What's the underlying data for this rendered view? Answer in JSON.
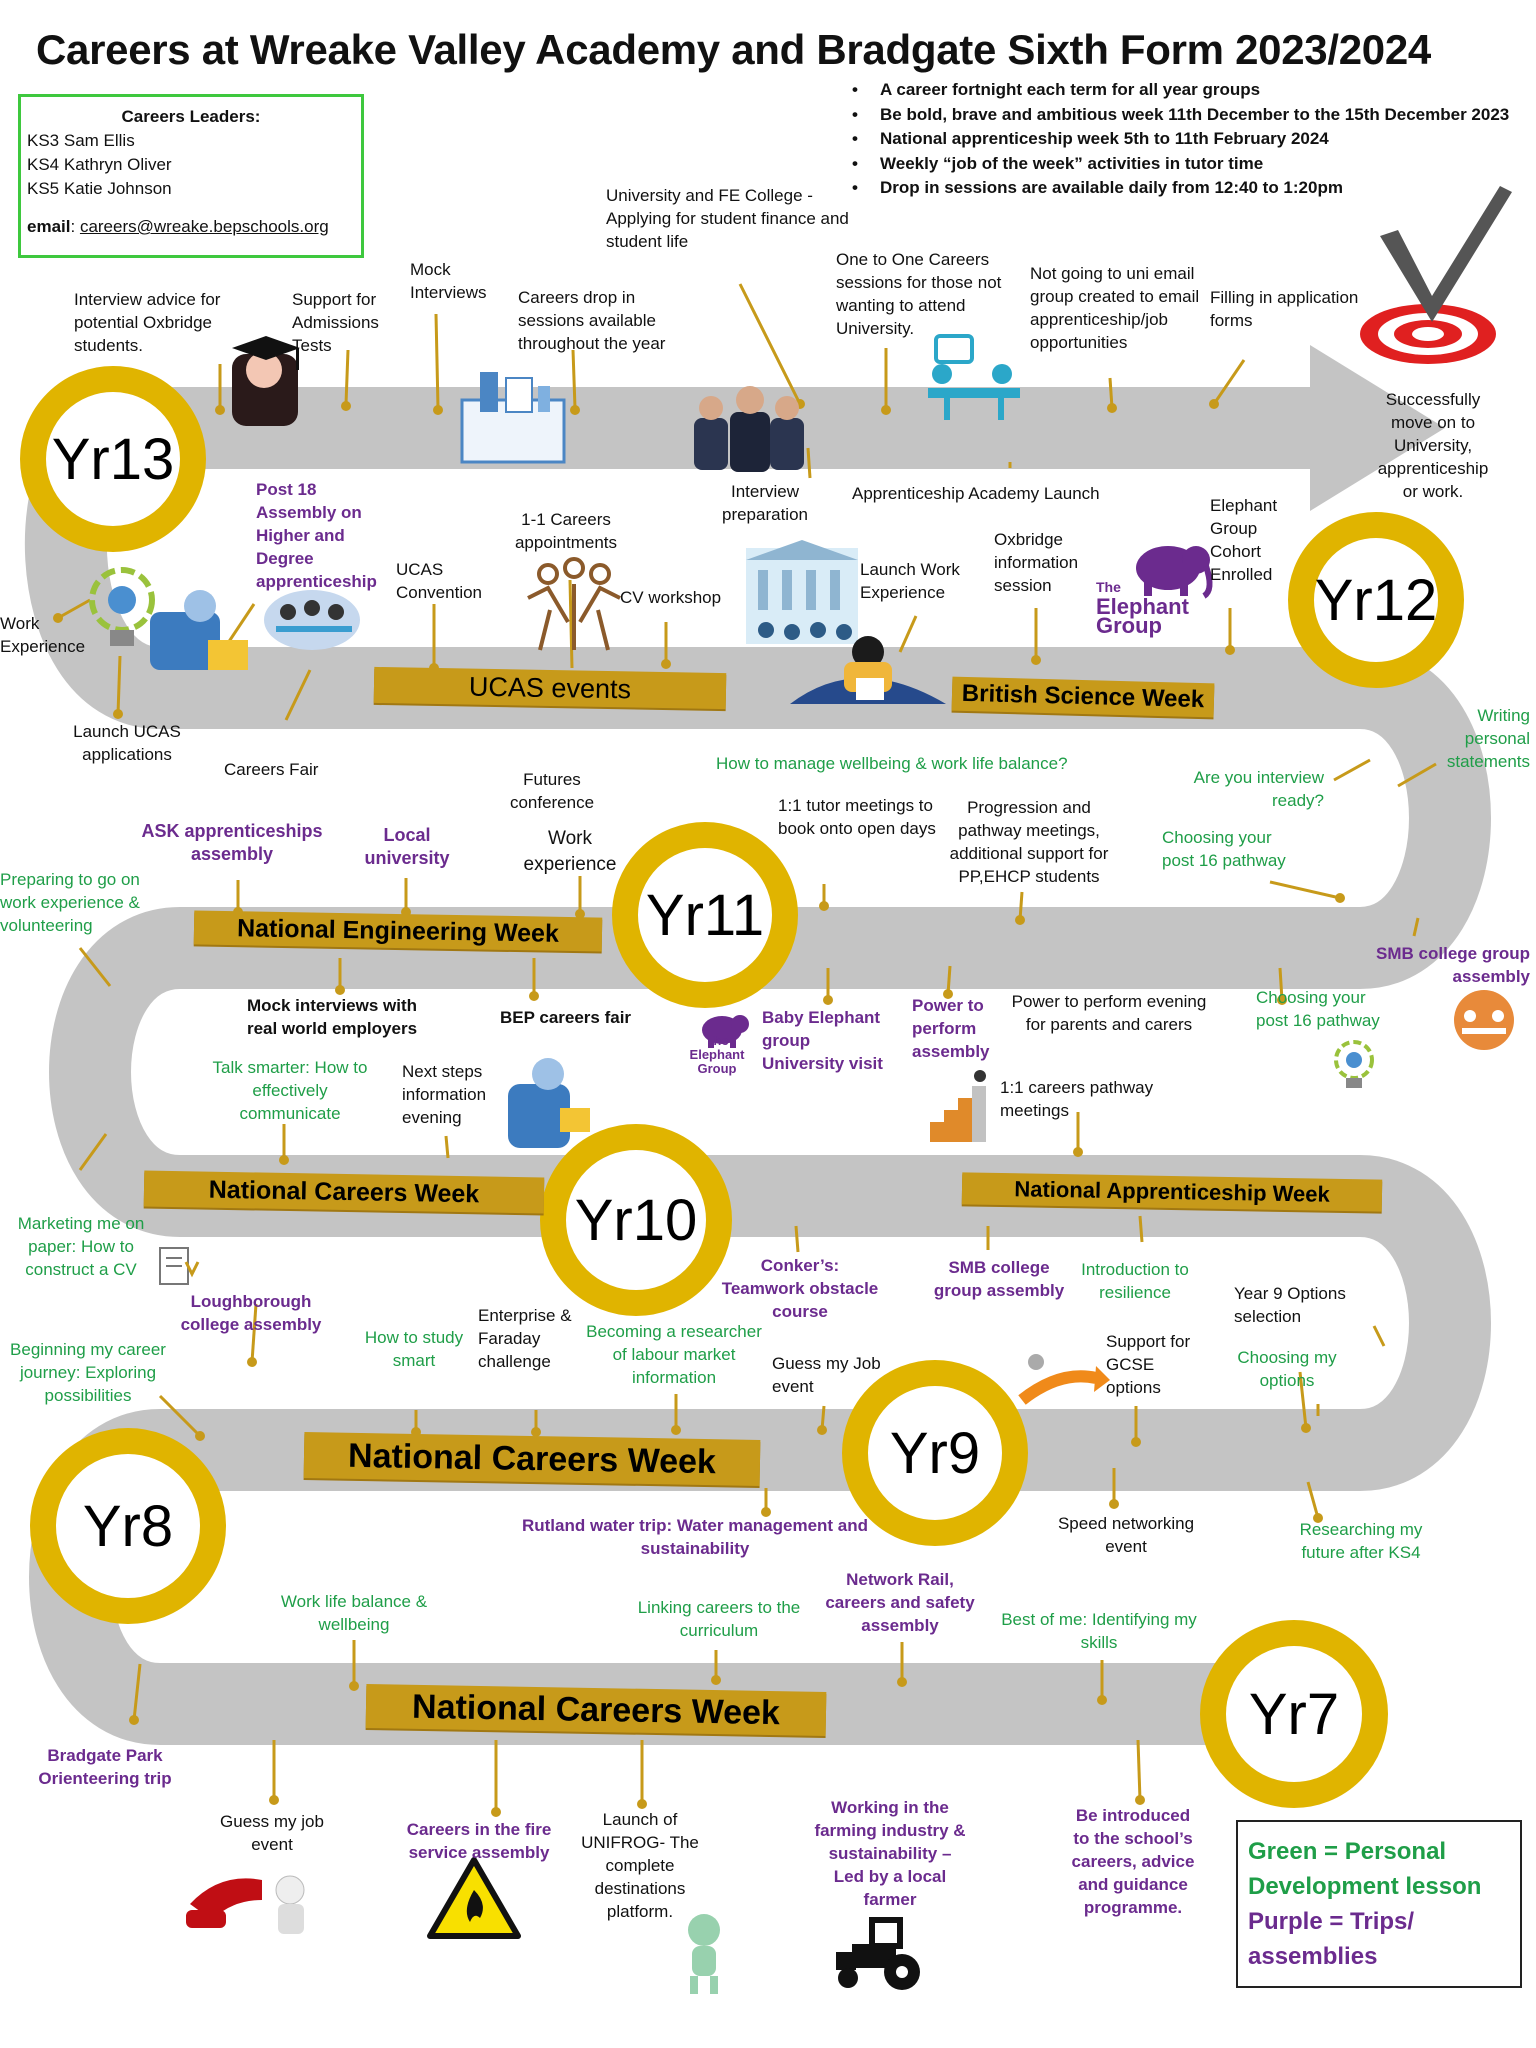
{
  "title": "Careers at Wreake Valley Academy and Bradgate Sixth Form 2023/2024",
  "leaders": {
    "heading": "Careers Leaders:",
    "ks3": "KS3 Sam Ellis",
    "ks4": "KS4 Kathryn Oliver",
    "ks5": "KS5 Katie Johnson",
    "email_label": "email",
    "email": "careers@wreake.bepschools.org"
  },
  "bullets": [
    "A career fortnight each term for all year groups",
    "Be bold, brave and ambitious week 11th December to the 15th December 2023",
    "National apprenticeship week 5th to 11th February 2024",
    "Weekly “job of the week” activities in tutor time",
    "Drop in sessions are available daily from 12:40 to 1:20pm"
  ],
  "years": {
    "yr13": "Yr13",
    "yr12": "Yr12",
    "yr11": "Yr11",
    "yr10": "Yr10",
    "yr9": "Yr9",
    "yr8": "Yr8",
    "yr7": "Yr7"
  },
  "banners": {
    "ucas": "UCAS events",
    "science": "British Science Week",
    "engineering": "National Engineering Week",
    "careers10": "National Careers Week",
    "apprenticeship": "National Apprenticeship Week",
    "careers8": "National Careers Week",
    "careers7": "National Careers Week"
  },
  "labels": {
    "oxbridge": "Interview advice for potential Oxbridge students.",
    "admissions": "Support for Admissions Tests",
    "mock": "Mock Interviews",
    "dropin": "Careers drop in sessions available throughout the year",
    "uni_fe": "University and FE College - Applying for student finance and student life",
    "one_to_one": "One to One Careers sessions for those not wanting to attend University.",
    "not_uni": "Not going to uni email group created to email apprenticeship/job opportunities",
    "filling": "Filling in application forms",
    "success": "Successfully move on to University, apprenticeship or work.",
    "interview_prep": "Interview preparation",
    "academy_launch": "Apprenticeship Academy Launch",
    "post18": "Post 18 Assembly on Higher and Degree apprenticeship",
    "ucas_conv": "UCAS Convention",
    "careers_appts": "1-1 Careers appointments",
    "cv_workshop": "CV workshop",
    "launch_we": "Launch Work Experience",
    "oxbridge_info": "Oxbridge information session",
    "elephant_cohort": "Elephant Group Cohort Enrolled",
    "work_exp": "Work Experience",
    "launch_ucas": "Launch UCAS applications",
    "careers_fair": "Careers Fair",
    "wellbeing": "How to manage wellbeing & work life balance?",
    "writing": "Writing personal statements",
    "futures": "Futures conference",
    "tutor": "1:1 tutor meetings to book onto open days",
    "progression": "Progression and pathway meetings, additional support for PP,EHCP students",
    "interview_ready": "Are you interview ready?",
    "choosing12": "Choosing your post 16 pathway",
    "ask": "ASK apprenticeships assembly",
    "local_uni": "Local university",
    "work_exp11": "Work experience",
    "preparing": "Preparing to go on work experience & volunteering",
    "smb12": "SMB college group assembly",
    "mock_employers": "Mock interviews with real world employers",
    "bep_fair": "BEP careers fair",
    "baby_elephant": "Baby Elephant group University visit",
    "power_assembly": "Power to perform assembly",
    "power_evening": "Power to perform evening for parents and carers",
    "choosing11": "Choosing your post 16 pathway",
    "talk": "Talk smarter: How to effectively communicate",
    "next_steps": "Next steps information evening",
    "pathway_meetings": "1:1 careers pathway meetings",
    "marketing": "Marketing me on paper: How to construct a CV",
    "conker": "Conker’s: Teamwork obstacle course",
    "smb10": "SMB college group assembly",
    "resilience": "Introduction to resilience",
    "options": "Year 9 Options selection",
    "loughborough": "Loughborough college assembly",
    "beginning": "Beginning my career journey: Exploring possibilities",
    "study": "How to study smart",
    "enterprise": "Enterprise & Faraday challenge",
    "researcher": "Becoming a researcher of labour market information",
    "guess9": "Guess my Job event",
    "gcse": "Support for GCSE options",
    "choosing_options": "Choosing my options",
    "rutland": "Rutland water trip: Water management and sustainability",
    "speed": "Speed networking event",
    "researching": "Researching my future after KS4",
    "worklife": "Work life balance & wellbeing",
    "linking": "Linking careers to the curriculum",
    "network_rail": "Network Rail, careers and safety assembly",
    "best_of_me": "Best of me: Identifying my skills",
    "bradgate": "Bradgate Park Orienteering trip",
    "guess7": "Guess my job event",
    "fire": "Careers in the fire service assembly",
    "unifrog": "Launch of UNIFROG- The complete destinations platform.",
    "farming": "Working in the farming industry & sustainability – Led by a local farmer",
    "introduced": "Be introduced to the school’s careers, advice and guidance programme."
  },
  "elephant_logo": {
    "the": "The",
    "name1": "Elephant",
    "name2": "Group"
  },
  "key": {
    "green": "Green = Personal Development lesson",
    "purple": "Purple = Trips/ assemblies"
  },
  "colors": {
    "road": "#c4c4c4",
    "ring": "#e0b400",
    "banner": "#c79a1a",
    "green": "#1f9e48",
    "purple": "#6b2b8e",
    "leaders_border": "#3ec83e"
  }
}
